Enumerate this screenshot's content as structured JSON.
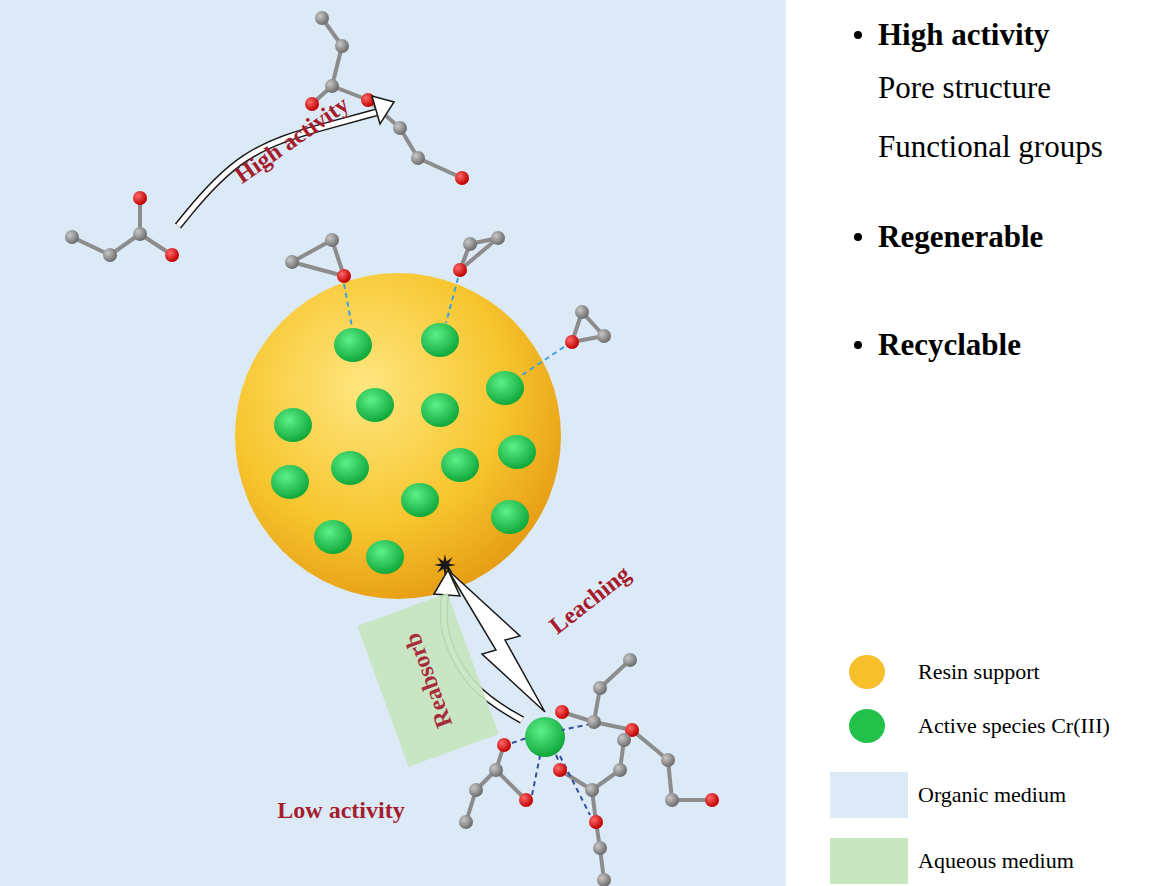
{
  "diagram": {
    "nodes": [
      {
        "text": [
          "Reabsorb"
        ]
      }
    ],
    "labels": [
      "High activity",
      "Leaching",
      "Low activity",
      "High activity",
      "Pore structure",
      "Functional groups",
      "Regenerable",
      "Recyclable"
    ],
    "legend": [
      {
        "text": "Resin support",
        "color": "#f5c02c"
      },
      {
        "text": "Active species Cr(III)",
        "color": "#22c14a"
      },
      {
        "text": "Organic medium",
        "color": "#dce9f6"
      },
      {
        "text": "Aqueous medium",
        "color": "#c8e6c0"
      }
    ]
  }
}
